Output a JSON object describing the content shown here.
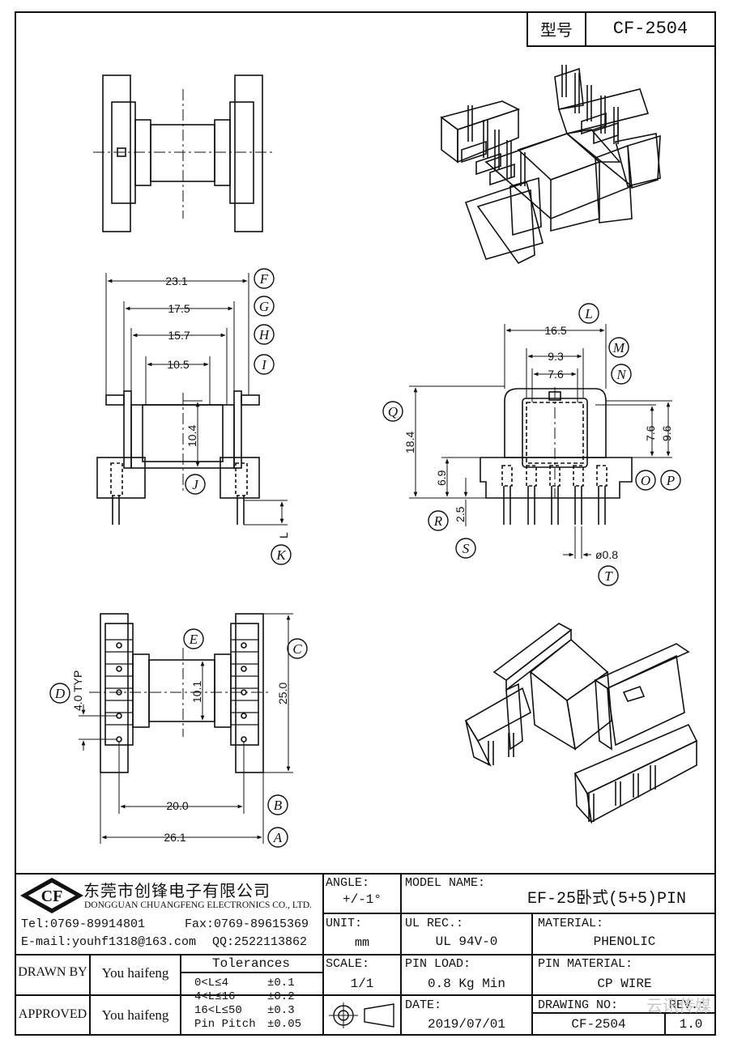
{
  "header": {
    "model_label": "型号",
    "model_value": "CF-2504"
  },
  "dimensions": {
    "top_view": {
      "F": "23.1",
      "G": "17.5",
      "H": "15.7",
      "I": "10.5",
      "J": "10.4",
      "K": "L"
    },
    "side_view": {
      "L": "16.5",
      "M": "9.3",
      "N": "7.6",
      "O_height": "7.6",
      "P_height": "9.6",
      "Q": "18.4",
      "R": "6.9",
      "S": "2.5",
      "T": "ø0.8"
    },
    "bottom_view": {
      "C": "25.0",
      "D": "4.0 TYP",
      "E": "10.1",
      "B": "20.0",
      "A": "26.1"
    }
  },
  "callouts": [
    "A",
    "B",
    "C",
    "D",
    "E",
    "F",
    "G",
    "H",
    "I",
    "J",
    "K",
    "L",
    "M",
    "N",
    "O",
    "P",
    "Q",
    "R",
    "S",
    "T"
  ],
  "title_block": {
    "company_cn": "东莞市创锋电子有限公司",
    "company_en": "DONGGUAN CHUANGFENG ELECTRONICS CO., LTD.",
    "logo_text": "CF",
    "tel": "Tel:0769-89914801",
    "fax": "Fax:0769-89615369",
    "email": "E-mail:youhf1318@163.com",
    "qq": "QQ:2522113862",
    "angle_label": "ANGLE:",
    "angle_value": "+/-1°",
    "model_name_label": "MODEL NAME:",
    "model_name_value": "EF-25卧式(5+5)PIN",
    "unit_label": "UNIT:",
    "unit_value": "mm",
    "ul_label": "UL REC.:",
    "ul_value": "UL 94V-0",
    "material_label": "MATERIAL:",
    "material_value": "PHENOLIC",
    "scale_label": "SCALE:",
    "scale_value": "1/1",
    "pin_load_label": "PIN LOAD:",
    "pin_load_value": "0.8 Kg Min",
    "pin_material_label": "PIN MATERIAL:",
    "pin_material_value": "CP WIRE",
    "drawn_by_label": "DRAWN BY",
    "drawn_by_value": "You haifeng",
    "approved_label": "APPROVED",
    "approved_value": "You haifeng",
    "tolerances_title": "Tolerances",
    "tolerances": [
      {
        "range": "0<L≤4",
        "value": "±0.1"
      },
      {
        "range": "4<L≤16",
        "value": "±0.2"
      },
      {
        "range": "16<L≤50",
        "value": "±0.3"
      },
      {
        "range": "Pin Pitch",
        "value": "±0.05"
      }
    ],
    "date_label": "DATE:",
    "date_value": "2019/07/01",
    "drawing_no_label": "DRAWING NO:",
    "drawing_no_value": "CF-2504",
    "rev_label": "REV.:",
    "rev_value": "1.0"
  },
  "watermark": "云讯传媒"
}
